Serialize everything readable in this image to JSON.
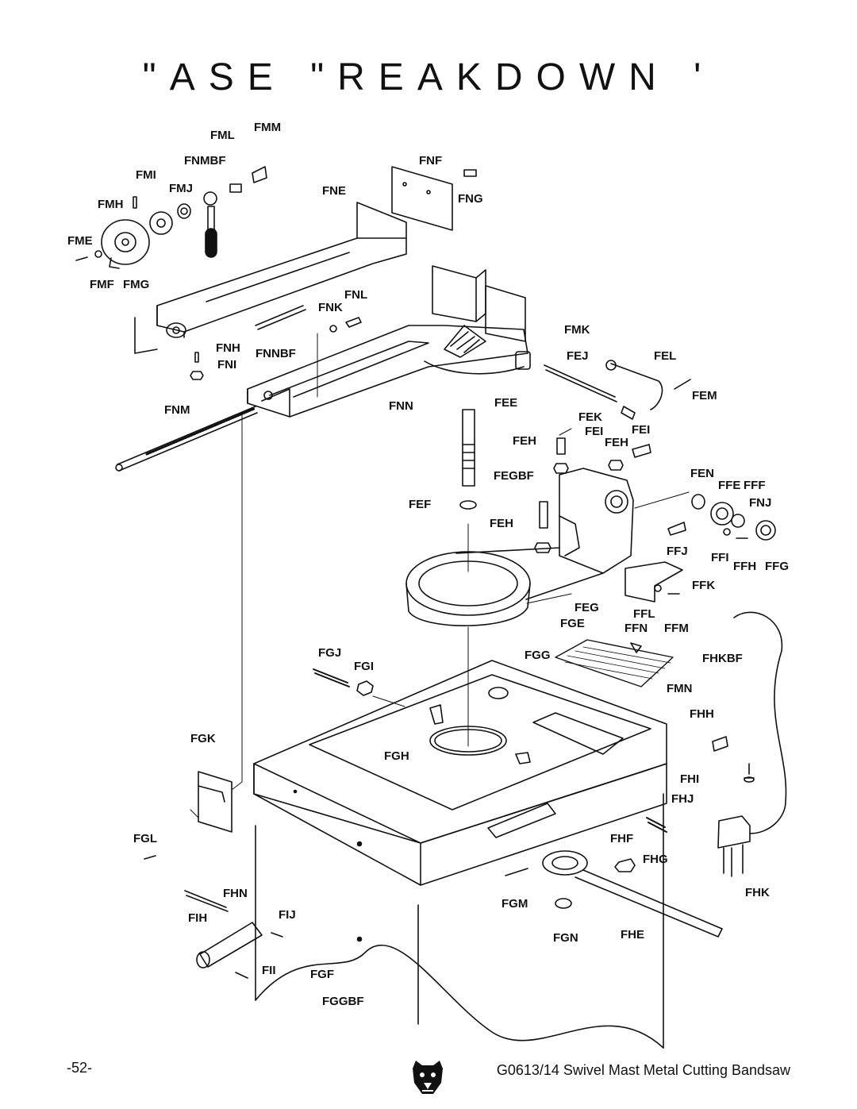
{
  "page": {
    "title": "\"ASE \"REAKDOWN '",
    "page_number": "-52-",
    "footer_title": "G0613/14 Swivel Mast Metal Cutting Bandsaw"
  },
  "labels": {
    "FML": "FML",
    "FMM": "FMM",
    "FNMBF": "FNMBF",
    "FNF": "FNF",
    "FMI": "FMI",
    "FMJ": "FMJ",
    "FNE": "FNE",
    "FNG": "FNG",
    "FMH": "FMH",
    "FME": "FME",
    "FMF": "FMF",
    "FMG": "FMG",
    "FNL": "FNL",
    "FNK": "FNK",
    "FMK": "FMK",
    "FNH": "FNH",
    "FNNBF": "FNNBF",
    "FEJ": "FEJ",
    "FEL": "FEL",
    "FNI": "FNI",
    "FEM": "FEM",
    "FNM": "FNM",
    "FNN": "FNN",
    "FEE": "FEE",
    "FEK": "FEK",
    "FEI_1": "FEI",
    "FEI_2": "FEI",
    "FEH_1": "FEH",
    "FEH_2": "FEH",
    "FEN": "FEN",
    "FEGBF": "FEGBF",
    "FFE": "FFE",
    "FFF": "FFF",
    "FNJ": "FNJ",
    "FEF": "FEF",
    "FEH_3": "FEH",
    "FFJ": "FFJ",
    "FFI": "FFI",
    "FFH": "FFH",
    "FFG": "FFG",
    "FFK": "FFK",
    "FEG": "FEG",
    "FGE": "FGE",
    "FFL": "FFL",
    "FFN": "FFN",
    "FFM": "FFM",
    "FGJ": "FGJ",
    "FGI": "FGI",
    "FGG": "FGG",
    "FHKBF": "FHKBF",
    "FMN": "FMN",
    "FHH": "FHH",
    "FGK": "FGK",
    "FGH": "FGH",
    "FHI": "FHI",
    "FHJ": "FHJ",
    "FGL": "FGL",
    "FHF": "FHF",
    "FHG": "FHG",
    "FHN": "FHN",
    "FGM": "FGM",
    "FHK": "FHK",
    "FIH": "FIH",
    "FIJ": "FIJ",
    "FGN": "FGN",
    "FHE": "FHE",
    "FII": "FII",
    "FGF": "FGF",
    "FGGBF": "FGGBF"
  },
  "icons": {
    "logo": "bear-head-logo"
  },
  "colors": {
    "ink": "#111111",
    "paper": "#ffffff"
  }
}
